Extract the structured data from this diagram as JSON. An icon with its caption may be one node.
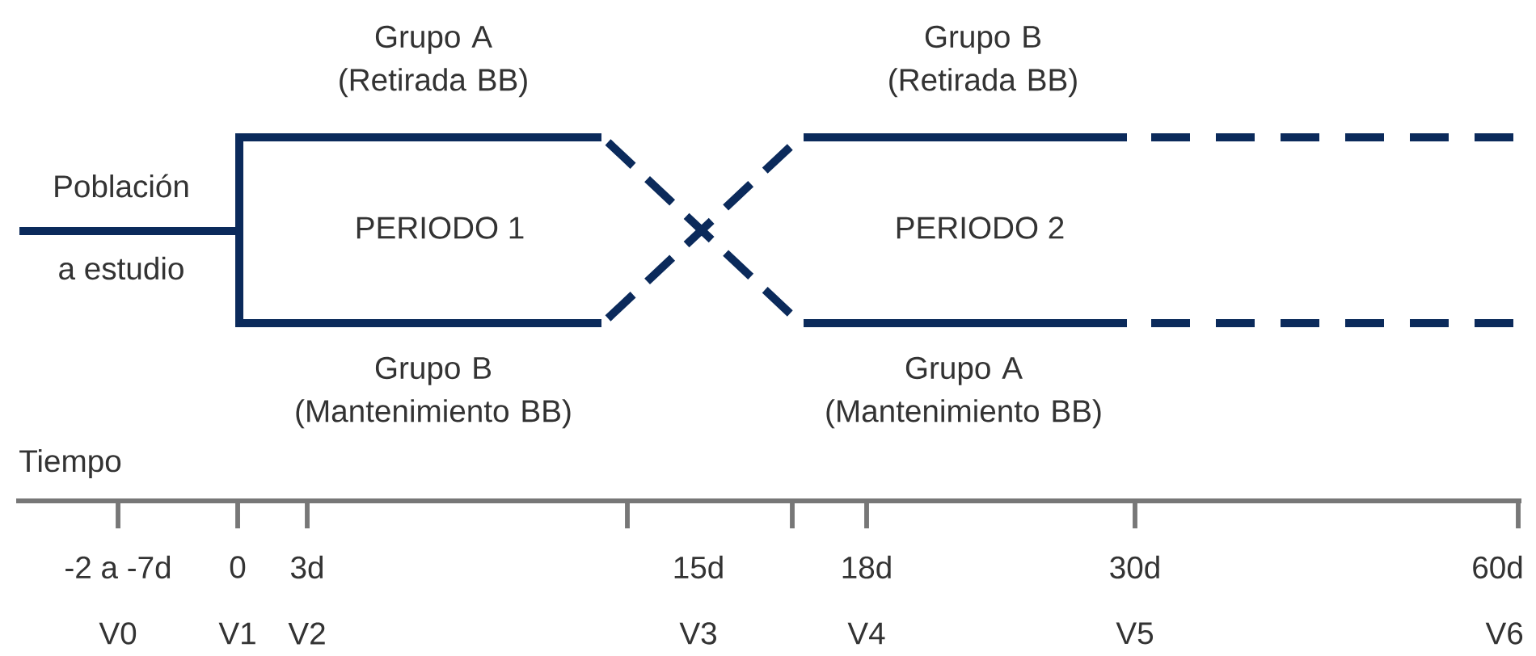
{
  "diagram": {
    "labels": [
      "Grupo A (Retirada BB)",
      "Grupo B (Retirada BB)",
      "Población",
      "a estudio",
      "PERIODO 1",
      "PERIODO 2",
      "Grupo B (Mantenimiento BB)",
      "Grupo A (Mantenimiento BB)",
      "Tiempo",
      "-2 a -7d",
      "0",
      "3d",
      "15d",
      "18d",
      "30d",
      "60d",
      "V0",
      "V1",
      "V2",
      "V3",
      "V4",
      "V5",
      "V6"
    ]
  }
}
